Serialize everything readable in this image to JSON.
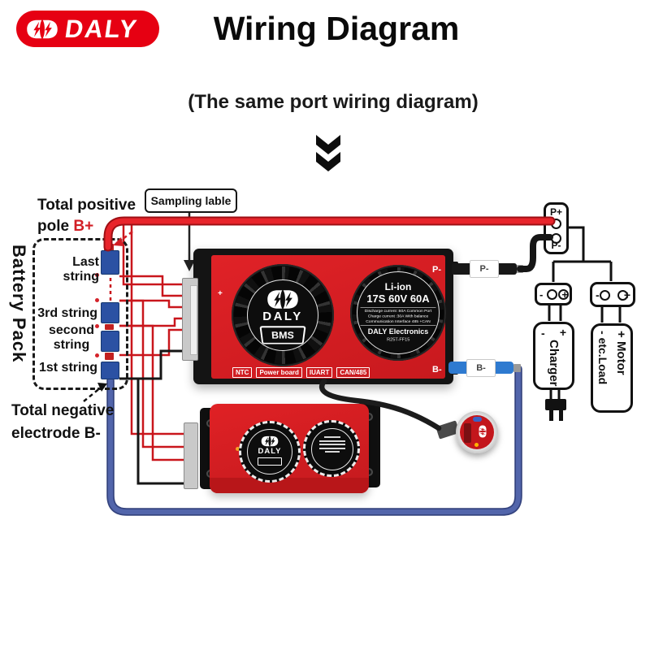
{
  "header": {
    "logo_text": "DALY",
    "title": "Wiring Diagram",
    "subtitle": "(The same port wiring diagram)"
  },
  "battery": {
    "pack_label": "Battery Pack",
    "positive_line1": "Total positive",
    "positive_line2": "pole",
    "positive_terminal": "B+",
    "negative_line1": "Total negative",
    "negative_line2": "electrode B-",
    "strings": [
      "Last string",
      "3rd string",
      "second string",
      "1st string"
    ]
  },
  "sampling": {
    "label": "Sampling lable"
  },
  "bms": {
    "brand": "DALY",
    "badge": "BMS",
    "plus_mark": "+",
    "port_p_minus": "P-",
    "port_b_minus": "B-",
    "chemistry": "Li-ion",
    "rating": "17S 60V 60A",
    "spec_line1": "Discharge current :60A    Common Port",
    "spec_line2": "Charge current :30A    With balance",
    "spec_line3": "Communication Interface    485 +CAN",
    "maker": "DALY Electronics",
    "model_code": "R25T-FF15",
    "bottom_ports": [
      "NTC",
      "Power board",
      "IUART",
      "CAN/485"
    ]
  },
  "cables": {
    "p_cable_label": "P-",
    "b_cable_label": "B-"
  },
  "output_connector": {
    "positive": "P+",
    "negative": "P-"
  },
  "charger": {
    "label": "Charger",
    "minus": "-",
    "plus": "+"
  },
  "load": {
    "label_line1": "Motor",
    "label_line2": "etc.Load",
    "minus": "-",
    "plus": "+"
  },
  "balance_board": {
    "brand": "DALY"
  },
  "colors": {
    "brand_red": "#e60012",
    "wire_red": "#e8242b",
    "wire_red_dark": "#9e0f14",
    "wire_thin_red": "#c9161c",
    "wire_blue": "#5265ab",
    "wire_blue_dark": "#35447f",
    "cable_blue": "#2e7ad0",
    "wire_black": "#161616"
  }
}
